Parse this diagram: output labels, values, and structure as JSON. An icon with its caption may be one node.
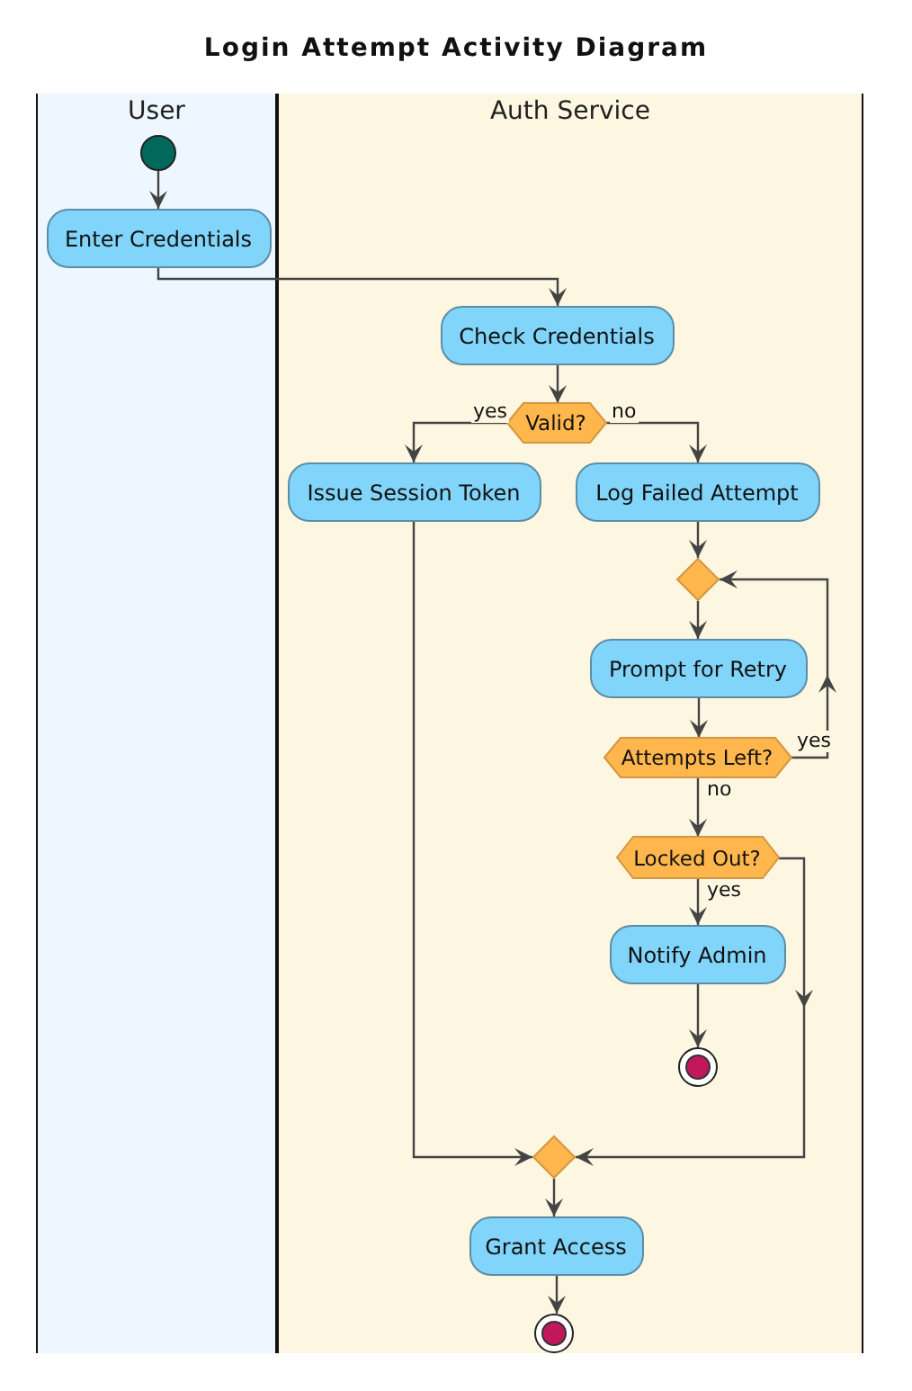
{
  "diagram": {
    "title": "Login Attempt Activity Diagram",
    "nodes": [
      {
        "text": [
          "User"
        ]
      },
      {
        "text": [
          "Auth Service"
        ]
      },
      {
        "text": [],
        "shape": "circle",
        "in": 0
      },
      {
        "text": [
          "Enter Credentials"
        ],
        "in": 0
      },
      {
        "text": [
          "Check Credentials"
        ],
        "in": 1
      },
      {
        "text": [
          "Valid?"
        ],
        "in": 1
      },
      {
        "text": [
          "Issue Session Token"
        ],
        "in": 1
      },
      {
        "text": [
          "Log Failed Attempt"
        ],
        "in": 1
      },
      {
        "text": [],
        "shape": "diamond",
        "in": 1
      },
      {
        "text": [
          "Prompt for Retry"
        ],
        "in": 1
      },
      {
        "text": [
          "Attempts Left?"
        ],
        "in": 1
      },
      {
        "text": [
          "Locked Out?"
        ],
        "in": 1
      },
      {
        "text": [
          "Notify Admin"
        ],
        "in": 1
      },
      {
        "text": [],
        "shape": "circle",
        "in": 1
      },
      {
        "text": [],
        "shape": "diamond",
        "in": 1
      },
      {
        "text": [
          "Grant Access"
        ],
        "in": 1
      },
      {
        "text": [],
        "shape": "circle",
        "in": 1
      }
    ],
    "edges": [
      {
        "from": 2,
        "to": 3,
        "arrow": "to"
      },
      {
        "from": 3,
        "to": 4,
        "arrow": "to"
      },
      {
        "from": 4,
        "to": 5,
        "arrow": "to"
      },
      {
        "from": 5,
        "to": 6,
        "arrow": "to",
        "label": "yes"
      },
      {
        "from": 5,
        "to": 7,
        "arrow": "to",
        "label": "no"
      },
      {
        "from": 7,
        "to": 8,
        "arrow": "to"
      },
      {
        "from": 8,
        "to": 9,
        "arrow": "to"
      },
      {
        "from": 9,
        "to": 10,
        "arrow": "to"
      },
      {
        "from": 10,
        "to": 8,
        "arrow": "to",
        "label": "yes"
      },
      {
        "from": 10,
        "to": 11,
        "arrow": "to",
        "label": "no"
      },
      {
        "from": 11,
        "to": 12,
        "arrow": "to",
        "label": "yes"
      },
      {
        "from": 12,
        "to": 13,
        "arrow": "to"
      },
      {
        "from": 11,
        "to": 14,
        "arrow": "to"
      },
      {
        "from": 6,
        "to": 14,
        "arrow": "to"
      },
      {
        "from": 14,
        "to": 15,
        "arrow": "to"
      },
      {
        "from": 15,
        "to": 16,
        "arrow": "to"
      }
    ]
  }
}
